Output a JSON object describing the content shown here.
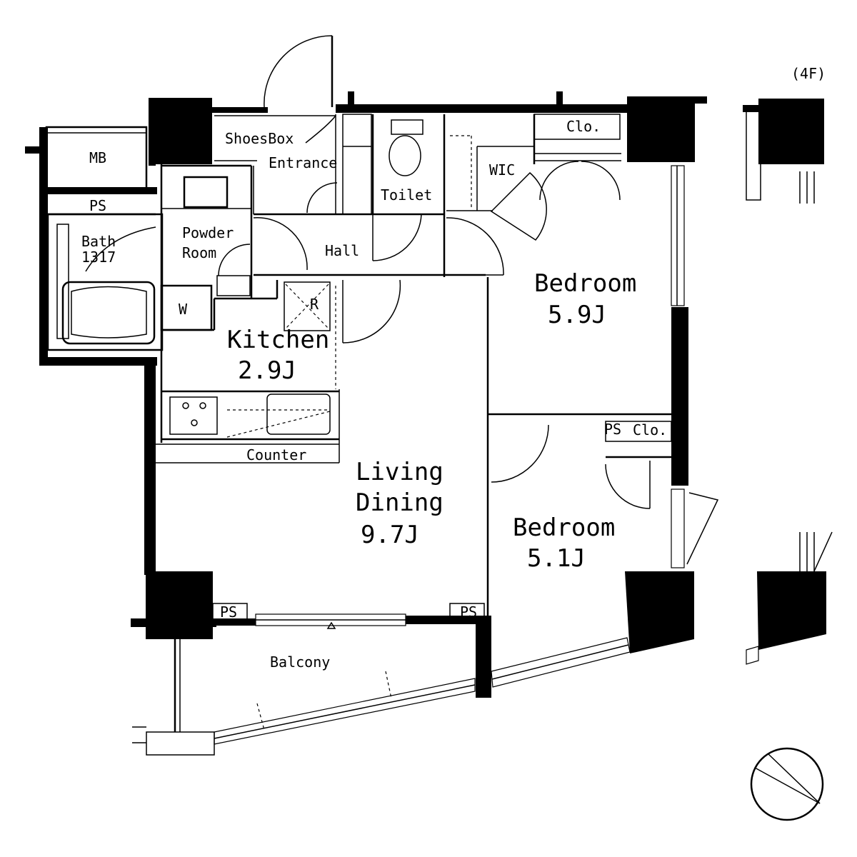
{
  "floor_label": "(4F)",
  "rooms": {
    "mb": "MB",
    "ps_top": "PS",
    "bath": "Bath",
    "bath_size": "1317",
    "shoes_box": "ShoesBox",
    "entrance": "Entrance",
    "toilet": "Toilet",
    "wic": "WIC",
    "clo_top": "Clo.",
    "powder_room_line1": "Powder",
    "powder_room_line2": "Room",
    "hall": "Hall",
    "washer": "W",
    "fridge": "R",
    "kitchen": "Kitchen",
    "kitchen_size": "2.9J",
    "counter": "Counter",
    "living_line1": "Living",
    "living_line2": "Dining",
    "living_size": "9.7J",
    "bedroom1": "Bedroom",
    "bedroom1_size": "5.9J",
    "bedroom2": "Bedroom",
    "bedroom2_size": "5.1J",
    "ps_bed2": "PS",
    "clo_bed2": "Clo.",
    "ps_left": "PS",
    "ps_right": "PS",
    "balcony": "Balcony"
  }
}
